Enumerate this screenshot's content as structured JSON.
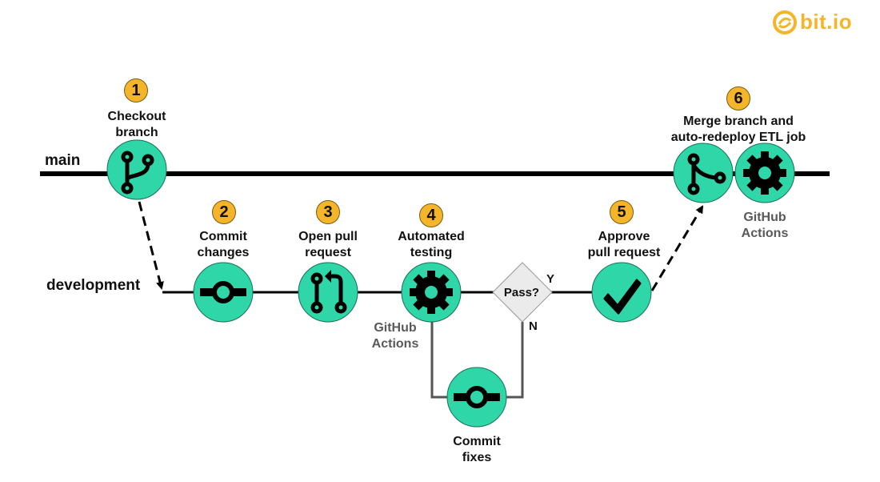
{
  "logo": {
    "text": "bit.io",
    "icon": "bitio-swirl-icon",
    "color": "#f4b52b"
  },
  "branches": {
    "main": "main",
    "development": "development"
  },
  "colors": {
    "node_fill": "#2ed6a8",
    "badge_fill": "#f4b52b",
    "line": "#000000",
    "decision_fill": "#ebebeb"
  },
  "steps": [
    {
      "number": "1",
      "label_line1": "Checkout",
      "label_line2": "branch",
      "icon": "git-branch-icon"
    },
    {
      "number": "2",
      "label_line1": "Commit",
      "label_line2": "changes",
      "icon": "git-commit-icon"
    },
    {
      "number": "3",
      "label_line1": "Open pull",
      "label_line2": "request",
      "icon": "pull-request-icon"
    },
    {
      "number": "4",
      "label_line1": "Automated",
      "label_line2": "testing",
      "icon": "gear-icon",
      "sublabel_line1": "GitHub",
      "sublabel_line2": "Actions"
    },
    {
      "number": "5",
      "label_line1": "Approve",
      "label_line2": "pull request",
      "icon": "checkmark-icon"
    },
    {
      "number": "6",
      "label_line1": "Merge branch and",
      "label_line2": "auto-redeploy ETL job",
      "icon": "git-merge-icon",
      "sublabel_line1": "GitHub",
      "sublabel_line2": "Actions"
    }
  ],
  "decision": {
    "label": "Pass?",
    "yes": "Y",
    "no": "N"
  },
  "fix": {
    "label_line1": "Commit",
    "label_line2": "fixes",
    "icon": "git-commit-icon"
  }
}
